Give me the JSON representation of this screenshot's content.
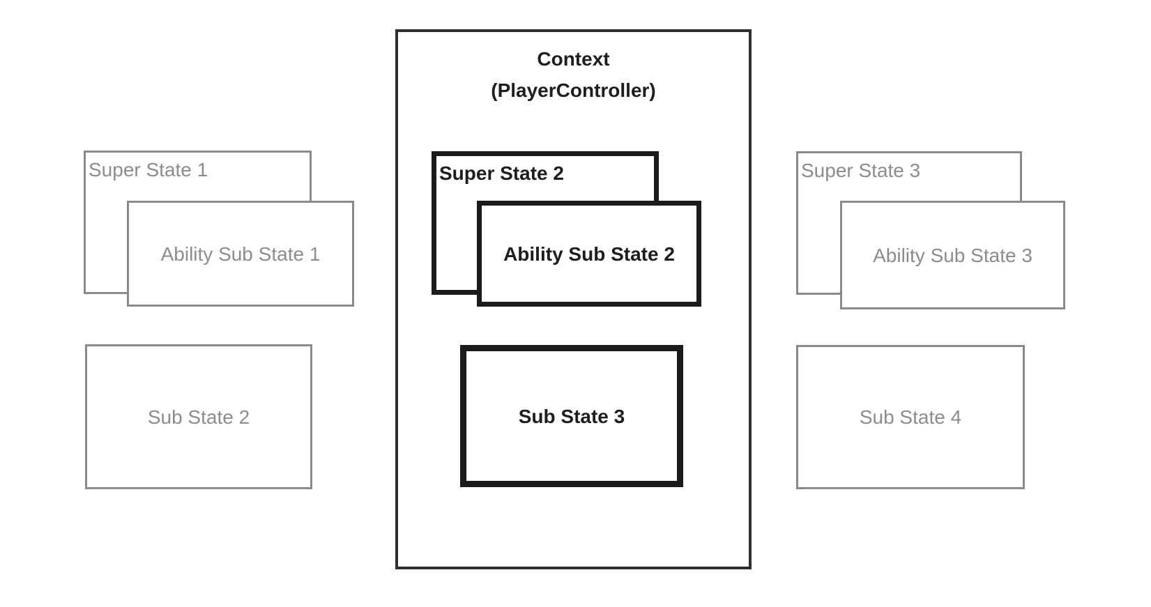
{
  "diagram": {
    "title": {
      "line1": "Context",
      "line2": "(PlayerController)"
    },
    "active_group": {
      "super_state": "Super State 2",
      "ability_sub_state": "Ability Sub State 2",
      "sub_state": "Sub State 3"
    },
    "left_group": {
      "super_state": "Super State 1",
      "ability_sub_state": "Ability Sub State 1",
      "sub_state": "Sub State 2"
    },
    "right_group": {
      "super_state": "Super State 3",
      "ability_sub_state": "Ability Sub State 3",
      "sub_state": "Sub State 4"
    },
    "colors": {
      "active_border": "#1b1b1b",
      "active_text": "#1e1e1e",
      "context_border": "#2f2f2f",
      "inactive": "#8a8a8a",
      "background": "#ffffff"
    }
  }
}
